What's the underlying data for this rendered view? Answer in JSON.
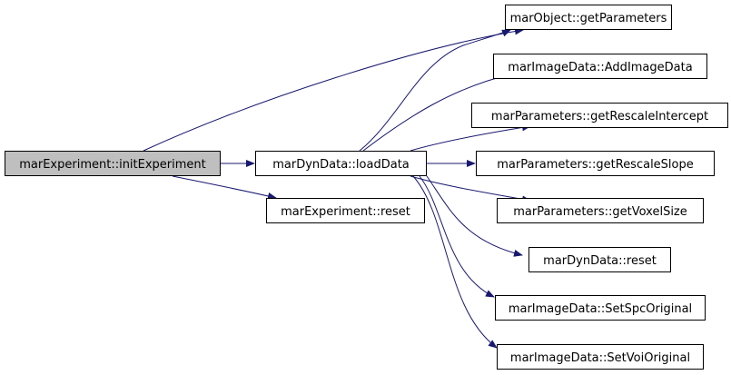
{
  "colors": {
    "edge": "#191970",
    "node_border": "#000000",
    "node_fill": "#ffffff",
    "root_fill": "#bfbfbf"
  },
  "nodes": {
    "init_experiment": "marExperiment::initExperiment",
    "load_data": "marDynData::loadData",
    "experiment_reset": "marExperiment::reset",
    "get_parameters": "marObject::getParameters",
    "add_image_data": "marImageData::AddImageData",
    "get_rescale_intercept": "marParameters::getRescaleIntercept",
    "get_rescale_slope": "marParameters::getRescaleSlope",
    "get_voxel_size": "marParameters::getVoxelSize",
    "dyn_data_reset": "marDynData::reset",
    "set_spc_original": "marImageData::SetSpcOriginal",
    "set_voi_original": "marImageData::SetVoiOriginal"
  }
}
